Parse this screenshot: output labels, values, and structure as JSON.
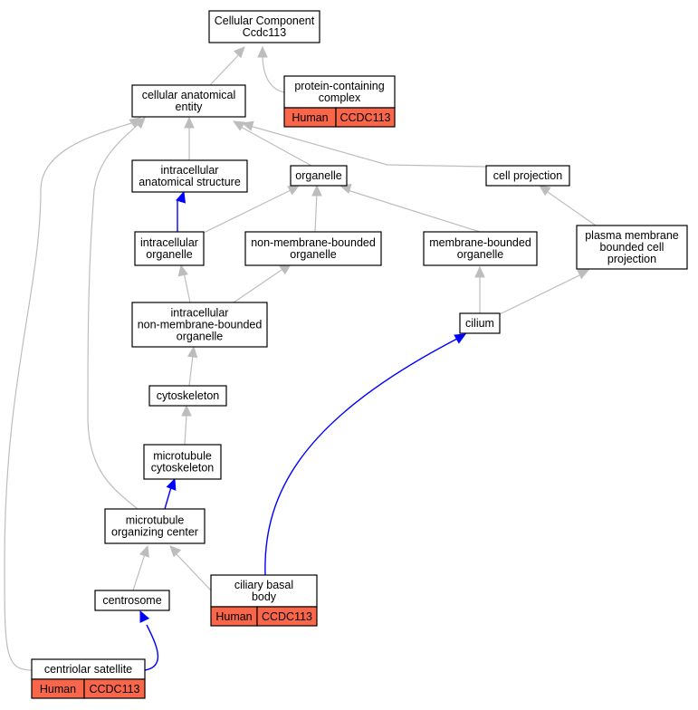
{
  "nodes": {
    "root": {
      "lines": [
        "Cellular Component",
        "Ccdc113"
      ]
    },
    "cae": {
      "lines": [
        "cellular anatomical",
        "entity"
      ]
    },
    "pcc": {
      "lines": [
        "protein-containing",
        "complex"
      ],
      "species": "Human",
      "gene": "CCDC113"
    },
    "ias": {
      "lines": [
        "intracellular",
        "anatomical structure"
      ]
    },
    "organelle": {
      "lines": [
        "organelle"
      ]
    },
    "cellproj": {
      "lines": [
        "cell projection"
      ]
    },
    "io": {
      "lines": [
        "intracellular",
        "organelle"
      ]
    },
    "nmbo": {
      "lines": [
        "non-membrane-bounded",
        "organelle"
      ]
    },
    "mbo": {
      "lines": [
        "membrane-bounded",
        "organelle"
      ]
    },
    "pmbcp": {
      "lines": [
        "plasma membrane",
        "bounded cell",
        "projection"
      ]
    },
    "inmbo": {
      "lines": [
        "intracellular",
        "non-membrane-bounded",
        "organelle"
      ]
    },
    "cilium": {
      "lines": [
        "cilium"
      ]
    },
    "cytoskeleton": {
      "lines": [
        "cytoskeleton"
      ]
    },
    "mtcyto": {
      "lines": [
        "microtubule",
        "cytoskeleton"
      ]
    },
    "mtoc": {
      "lines": [
        "microtubule",
        "organizing center"
      ]
    },
    "basalbody": {
      "lines": [
        "ciliary basal",
        "body"
      ],
      "species": "Human",
      "gene": "CCDC113"
    },
    "centrosome": {
      "lines": [
        "centrosome"
      ]
    },
    "satellite": {
      "lines": [
        "centriolar satellite"
      ],
      "species": "Human",
      "gene": "CCDC113"
    }
  },
  "edges": [
    {
      "from": "cae",
      "to": "root",
      "kind": "is_a"
    },
    {
      "from": "pcc",
      "to": "root",
      "kind": "is_a"
    },
    {
      "from": "ias",
      "to": "cae",
      "kind": "is_a"
    },
    {
      "from": "organelle",
      "to": "cae",
      "kind": "is_a"
    },
    {
      "from": "cellproj",
      "to": "cae",
      "kind": "is_a"
    },
    {
      "from": "satellite",
      "to": "cae",
      "kind": "is_a"
    },
    {
      "from": "mtoc",
      "to": "cae",
      "kind": "is_a"
    },
    {
      "from": "io",
      "to": "ias",
      "kind": "part_of"
    },
    {
      "from": "io",
      "to": "organelle",
      "kind": "is_a"
    },
    {
      "from": "nmbo",
      "to": "organelle",
      "kind": "is_a"
    },
    {
      "from": "mbo",
      "to": "organelle",
      "kind": "is_a"
    },
    {
      "from": "pmbcp",
      "to": "cellproj",
      "kind": "is_a"
    },
    {
      "from": "inmbo",
      "to": "io",
      "kind": "is_a"
    },
    {
      "from": "inmbo",
      "to": "nmbo",
      "kind": "is_a"
    },
    {
      "from": "cilium",
      "to": "mbo",
      "kind": "is_a"
    },
    {
      "from": "cilium",
      "to": "pmbcp",
      "kind": "is_a"
    },
    {
      "from": "cytoskeleton",
      "to": "inmbo",
      "kind": "is_a"
    },
    {
      "from": "mtcyto",
      "to": "cytoskeleton",
      "kind": "is_a"
    },
    {
      "from": "mtoc",
      "to": "mtcyto",
      "kind": "part_of"
    },
    {
      "from": "basalbody",
      "to": "mtoc",
      "kind": "is_a"
    },
    {
      "from": "basalbody",
      "to": "cilium",
      "kind": "part_of"
    },
    {
      "from": "centrosome",
      "to": "mtoc",
      "kind": "is_a"
    },
    {
      "from": "satellite",
      "to": "centrosome",
      "kind": "part_of"
    }
  ],
  "colors": {
    "is_a": "#bdbdbd",
    "part_of": "#0000ff",
    "annotation_fill": "#f96649"
  }
}
